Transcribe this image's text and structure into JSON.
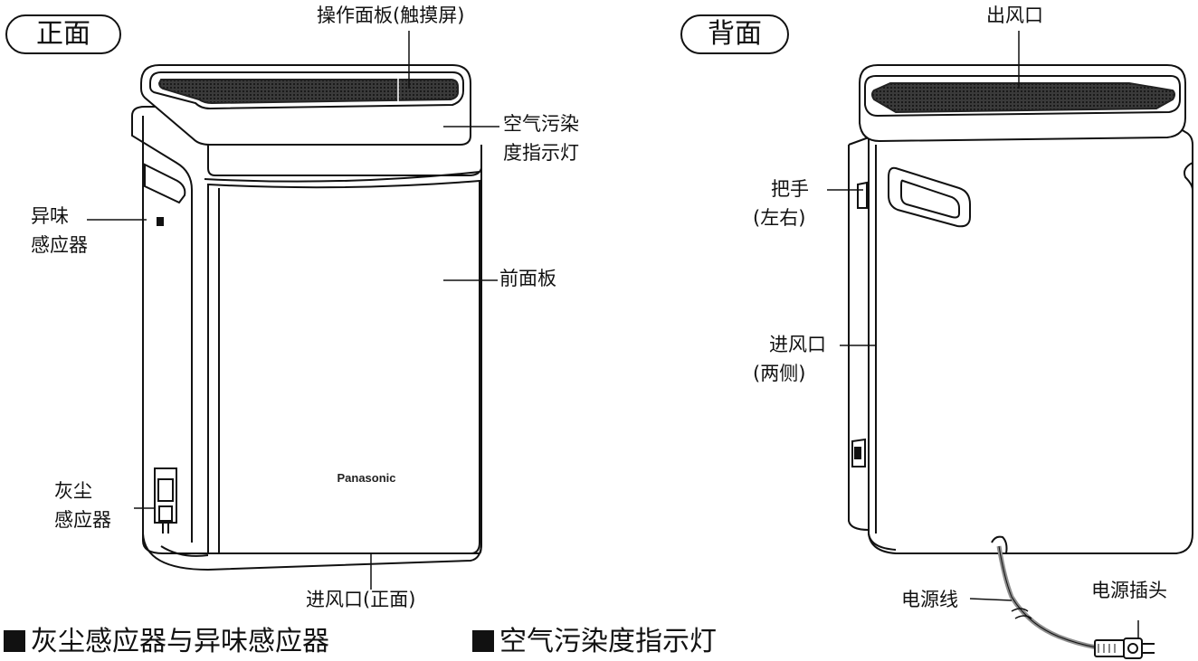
{
  "front": {
    "badge": "正面",
    "labels": {
      "control_panel": "操作面板(触摸屏)",
      "pollution_light_l1": "空气污染",
      "pollution_light_l2": "度指示灯",
      "odor_sensor_l1": "异味",
      "odor_sensor_l2": "感应器",
      "front_panel": "前面板",
      "dust_sensor_l1": "灰尘",
      "dust_sensor_l2": "感应器",
      "inlet_front": "进风口(正面)"
    },
    "brand": "Panasonic"
  },
  "back": {
    "badge": "背面",
    "labels": {
      "outlet": "出风口",
      "handle_l1": "把手",
      "handle_l2": "(左右)",
      "inlet_sides_l1": "进风口",
      "inlet_sides_l2": "(两侧)",
      "power_cord": "电源线",
      "power_plug": "电源插头"
    }
  },
  "sections": {
    "left_heading": "灰尘感应器与异味感应器",
    "right_heading": "空气污染度指示灯"
  },
  "colors": {
    "line": "#111111",
    "grille": "#2b2b2b",
    "body": "#ffffff",
    "cord": "#9a9a9a"
  }
}
